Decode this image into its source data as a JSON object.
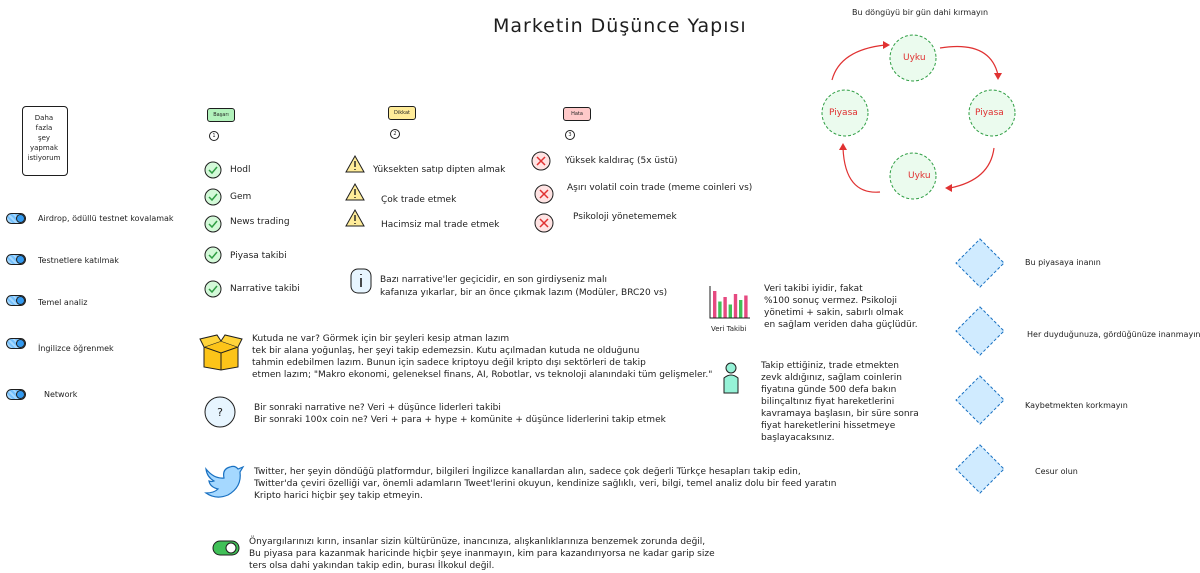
{
  "title": "Marketin Düşünce Yapısı",
  "cycle": {
    "caption": "Bu döngüyü bir gün dahi kırmayın",
    "top": "Uyku",
    "right": "Piyasa",
    "bottom": "Uyku",
    "left": "Piyasa"
  },
  "side_note": [
    "Daha",
    "fazla",
    "şey",
    "yapmak",
    "istiyorum"
  ],
  "left_list": [
    "Airdrop, ödüllü testnet kovalamak",
    "Testnetlere katılmak",
    "Temel analiz",
    "İngilizce öğrenmek",
    "Network"
  ],
  "columns": {
    "start": {
      "label": "Başarı",
      "num": "1"
    },
    "warn": {
      "label": "Dikkat",
      "num": "2"
    },
    "error": {
      "label": "Hata",
      "num": "3"
    }
  },
  "success_list": [
    "Hodl",
    "Gem",
    "News trading",
    "Piyasa takibi",
    "Narrative takibi"
  ],
  "warning_list": [
    "Yüksekten satıp dipten almak",
    "Çok trade etmek",
    "Hacimsiz mal trade etmek"
  ],
  "error_list": [
    "Yüksek kaldıraç (5x üstü)",
    "Aşırı volatil coin trade (meme coinleri vs)",
    "Psikoloji yönetememek"
  ],
  "info_text": [
    "Bazı narrative'ler geçicidir, en son girdiyseniz malı",
    "kafanıza yıkarlar, bir an önce çıkmak lazım (Modüler, BRC20 vs)"
  ],
  "box_text": [
    "Kutuda ne var? Görmek için bir şeyleri kesip atman lazım",
    "tek bir alana yoğunlaş, her şeyi takip edemezsin. Kutu açılmadan kutuda ne olduğunu",
    "tahmin edebilmen lazım. Bunun için sadece kriptoyu değil kripto dışı sektörleri de takip",
    "etmen lazım; \"Makro ekonomi, geleneksel finans, AI, Robotlar, vs teknoloji alanındaki tüm gelişmeler.\""
  ],
  "question_text": [
    "Bir sonraki narrative ne? Veri + düşünce liderleri takibi",
    "Bir sonraki 100x coin ne? Veri + para + hype + komünite + düşünce liderlerini takip etmek"
  ],
  "twitter_text": [
    "Twitter, her şeyin döndüğü platformdur, bilgileri İngilizce kanallardan alın, sadece çok değerli Türkçe hesapları takip edin,",
    "Twitter'da çeviri özelliği var, önemli adamların Tweet'lerini okuyun, kendinize sağlıklı, veri, bilgi, temel analiz dolu bir feed yaratın",
    "Kripto harici hiçbir şey takip etmeyin."
  ],
  "toggle_text": [
    "Önyargılarınızı kırın, insanlar sizin kültürünüze, inancınıza, alışkanlıklarınıza benzemek zorunda değil,",
    "Bu piyasa para kazanmak haricinde hiçbir şeye inanmayın, kim para kazandırıyorsa ne kadar garip size",
    "ters olsa dahi yakından takip edin, burası İlkokul değil."
  ],
  "chart_label": "Veri Takibi",
  "chart_bars": [
    0.9,
    0.55,
    0.7,
    0.45,
    0.8,
    0.6,
    0.75
  ],
  "chart_text": [
    "Veri takibi iyidir, fakat",
    "%100 sonuç vermez. Psikoloji",
    "yönetimi + sakin, sabırlı olmak",
    "en sağlam veriden daha güçlüdür."
  ],
  "person_text": [
    "Takip ettiğiniz, trade etmekten",
    "zevk aldığınız, sağlam coinlerin",
    "fiyatına günde 500 defa bakın",
    "bilinçaltınız fiyat hareketlerini",
    "kavramaya başlasın, bir süre sonra",
    "fiyat hareketlerini hissetmeye",
    "başlayacaksınız."
  ],
  "diamond_list": [
    "Bu piyasaya inanın",
    "Her duyduğunuza, gördüğünüze inanmayın",
    "Kaybetmekten korkmayın",
    "Cesur olun"
  ],
  "colors": {
    "ink": "#1e1e1e",
    "red": "#e03131",
    "green": "#2f9e44",
    "blue": "#1971c2",
    "yellow": "#f08c00"
  }
}
